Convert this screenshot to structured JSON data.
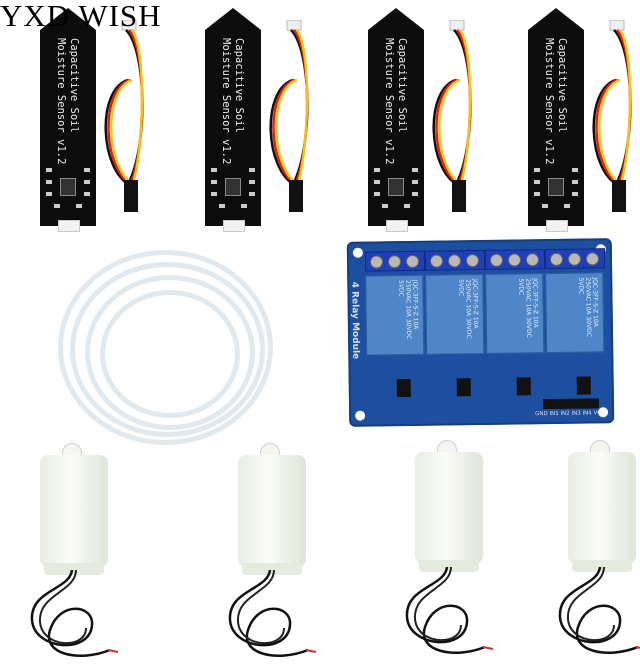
{
  "watermark": "YXD WISH",
  "sensors": [
    {
      "label": "Capacitive Soil\nMoisture Sensor v1.2"
    },
    {
      "label": "Capacitive Soil\nMoisture Sensor v1.2"
    },
    {
      "label": "Capacitive Soil\nMoisture Sensor v1.2"
    },
    {
      "label": "Capacitive Soil\nMoisture Sensor v1.2"
    }
  ],
  "relay_module": {
    "label": "4 Relay Module",
    "pin_labels": "GND IN1 IN2 IN3 IN4 VCC",
    "relay_text": "JQC-3FF-S-Z 10A 250VAC 10A 30VDC 5VDC",
    "board_color": "#1d4fa0",
    "relay_color": "#4f86c8"
  },
  "wire_colors": [
    "#111111",
    "#d4231c",
    "#f2c21a"
  ]
}
